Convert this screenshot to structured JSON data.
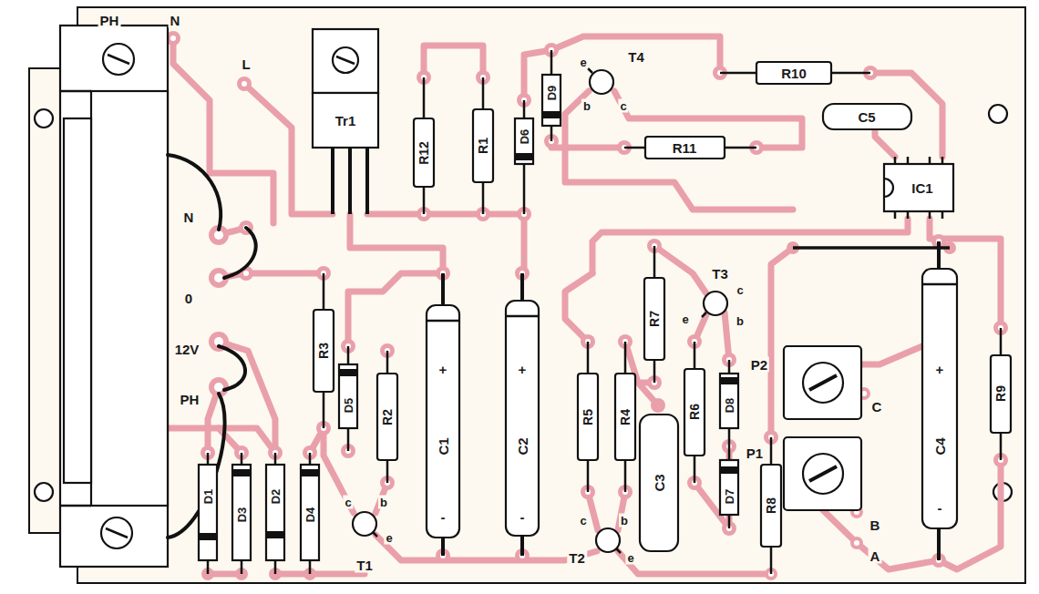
{
  "diagram": {
    "labels": [
      "PH",
      "N",
      "L",
      "Tr1",
      "T4",
      "e",
      "b",
      "c",
      "R12",
      "R1",
      "D6",
      "D9",
      "R10",
      "R11",
      "C5",
      "IC1",
      "N",
      "0",
      "12V",
      "PH",
      "T3",
      "c",
      "e",
      "b",
      "R3",
      "D5",
      "R2",
      "C1",
      "+",
      "-",
      "C2",
      "+",
      "-",
      "R5",
      "R4",
      "R7",
      "R6",
      "D8",
      "C3",
      "D7",
      "R8",
      "P2",
      "P1",
      "C",
      "B",
      "A",
      "C4",
      "+",
      "-",
      "R9",
      "D1",
      "D3",
      "D2",
      "D4",
      "T1",
      "c",
      "b",
      "e",
      "T2",
      "c",
      "b",
      "e"
    ]
  }
}
